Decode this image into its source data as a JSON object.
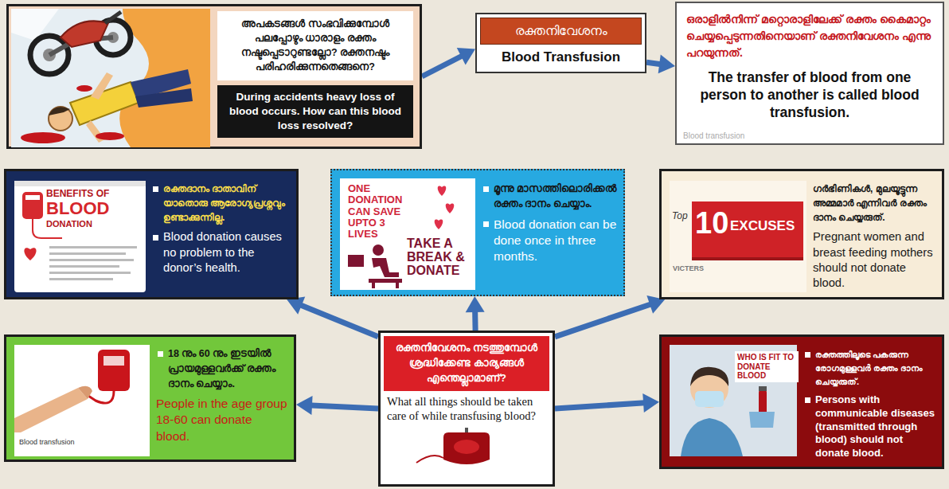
{
  "diagram": {
    "nodes": [
      {
        "text": [
          "അപകടങ്ങൾ സംഭവിക്കുമ്പോൾ പലപ്പോഴും ധാരാളം രക്തം നഷ്ടപ്പെടാറുണ്ടല്ലോ? രക്തനഷ്ടം പരിഹരിക്കുന്നതെങ്ങനെ?",
          "During accidents heavy loss of blood occurs. How can this blood loss resolved?"
        ]
      },
      {
        "text": [
          "രക്തനിവേശനം",
          "Blood Transfusion"
        ]
      },
      {
        "text": [
          "ഒരാളിൽനിന്ന് മറ്റൊരാളിലേക്ക് രക്തം കൈമാറ്റം ചെയ്യപ്പെടുന്നതിനെയാണ് രക്തനിവേശനം എന്നു പറയുന്നത്.",
          "The transfer of blood from one person to another is called blood transfusion."
        ]
      },
      {
        "text": [
          "രക്തദാനം ദാതാവിന് യാതൊരു ആരോഗ്യപ്രശ്നവും ഉണ്ടാക്കുന്നില്ല.",
          "Blood donation causes no problem to the donor’s health."
        ]
      },
      {
        "text": [
          "മൂന്നു മാസത്തിലൊരിക്കൽ രക്തം ദാനം ചെയ്യാം.",
          "Blood donation can be done once in three months."
        ]
      },
      {
        "text": [
          "ഗർഭിണികൾ, മുലയൂട്ടുന്ന അമ്മമാർ എന്നിവർ രക്തം ദാനം ചെയ്യരുത്.",
          "Pregnant women and breast feeding mothers should not donate blood."
        ]
      },
      {
        "text": [
          "18 നും 60 നും ഇടയിൽ പ്രായമുള്ളവർക്ക് രക്തം ദാനം ചെയ്യാം.",
          "People in the age group 18-60 can donate blood."
        ]
      },
      {
        "text": [
          "രക്തനിവേശനം നടത്തുമ്പോൾ ശ്രദ്ധിക്കേണ്ട കാര്യങ്ങൾ എന്തെല്ലാമാണ്?",
          "What all things should be taken care of while transfusing blood?"
        ]
      },
      {
        "text": [
          "രക്തത്തിലൂടെ പകരുന്ന രോഗമുള്ളവർ രക്തം ദാനം ചെയ്യരുത്.",
          "Persons with communicable diseases (transmitted through blood) should not donate blood."
        ]
      }
    ],
    "edges": [
      {
        "from": 0,
        "to": 1,
        "arrow": "to"
      },
      {
        "from": 1,
        "to": 2,
        "arrow": "to"
      },
      {
        "from": 7,
        "to": 3,
        "arrow": "to"
      },
      {
        "from": 7,
        "to": 4,
        "arrow": "to"
      },
      {
        "from": 7,
        "to": 5,
        "arrow": "to"
      },
      {
        "from": 7,
        "to": 6,
        "arrow": "to"
      },
      {
        "from": 7,
        "to": 8,
        "arrow": "to"
      }
    ],
    "labels": [
      "BENEFITS OF",
      "BLOOD",
      "DONATION",
      "ONE DONATION CAN SAVE UPTO 3 LIVES",
      "TAKE A BREAK & DONATE",
      "Top",
      "10",
      "EXCUSES",
      "VICTERS",
      "Blood transfusion",
      "WHO IS FIT TO DONATE BLOOD",
      "Blood transfusion"
    ]
  }
}
